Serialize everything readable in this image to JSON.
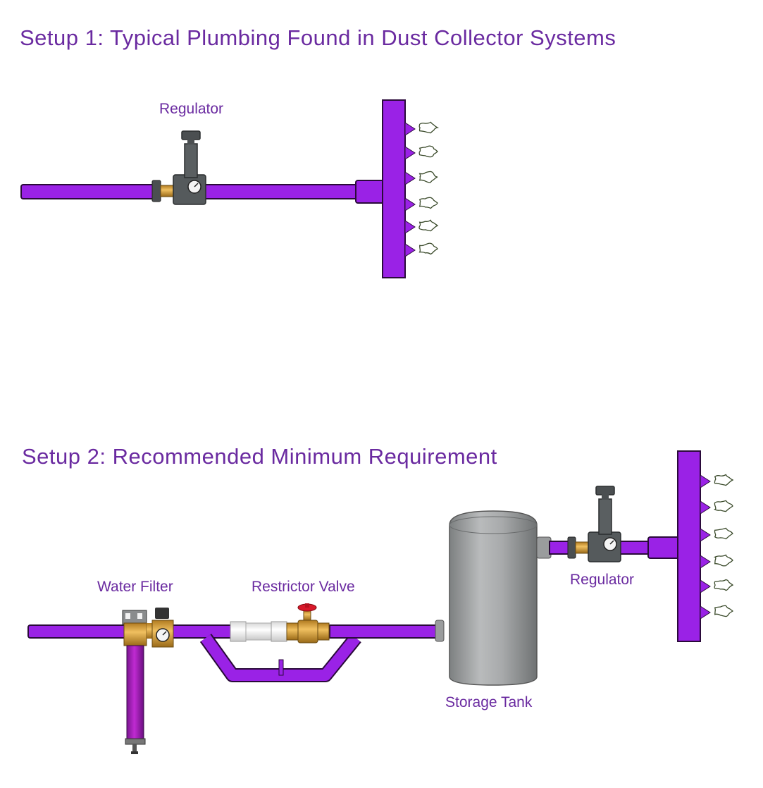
{
  "setup1": {
    "title": "Setup 1: Typical Plumbing Found in Dust Collector Systems",
    "labels": {
      "regulator": "Regulator"
    }
  },
  "setup2": {
    "title": "Setup 2: Recommended Minimum Requirement",
    "labels": {
      "water_filter": "Water Filter",
      "restrictor_valve": "Restrictor Valve",
      "storage_tank": "Storage Tank",
      "regulator": "Regulator"
    }
  },
  "colors": {
    "pipe": "#9a22e6",
    "pipe_outline": "#2a0a3a",
    "text": "#6a2aa0",
    "regulator": "#555a5c",
    "brass": "#d9a03a",
    "tank": "#a8aaab",
    "filter_bowl": "#b020c0",
    "valve_handle": "#d8182a"
  },
  "icons": {
    "regulator": "pressure-regulator-icon",
    "gauge": "pressure-gauge-icon",
    "pulse_valve": "pulse-valve-icon",
    "filter": "water-filter-icon",
    "tank": "storage-tank-icon",
    "valve": "restrictor-valve-icon"
  }
}
